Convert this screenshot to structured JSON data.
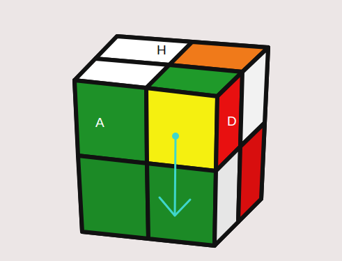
{
  "diagram": {
    "labels": [
      "H",
      "A",
      "D"
    ]
  }
}
